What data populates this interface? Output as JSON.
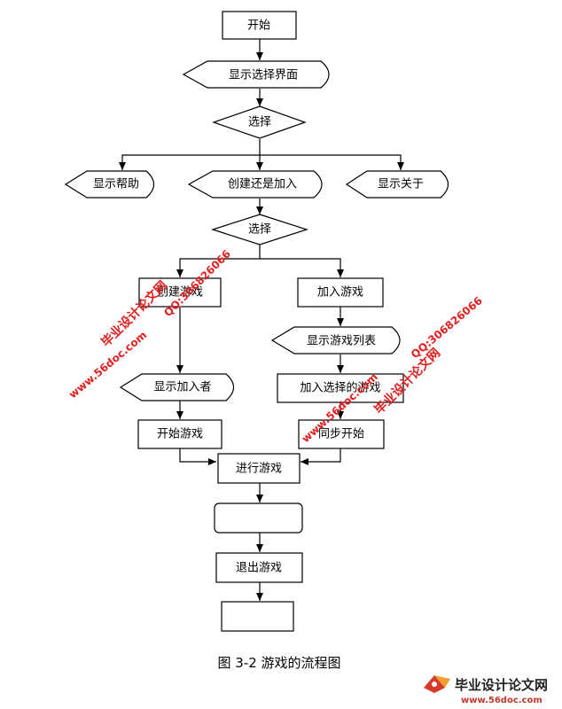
{
  "flowchart": {
    "nodes": {
      "start": "开始",
      "show_select_ui": "显示选择界面",
      "choice1": "选择",
      "show_help": "显示帮助",
      "create_or_join": "创建还是加入",
      "show_about": "显示关于",
      "choice2": "选择",
      "create_game": "创建游戏",
      "join_game": "加入游戏",
      "show_game_list": "显示游戏列表",
      "show_joiners": "显示加入者",
      "join_selected_game": "加入选择的游戏",
      "start_game": "开始游戏",
      "sync_start": "同步开始",
      "playing": "进行游戏",
      "blank_rounded": "",
      "exit_game": "退出游戏",
      "blank_end": ""
    }
  },
  "caption": "图 3-2  游戏的流程图",
  "watermarks": {
    "site_name": "毕业设计论文网",
    "qq": "QQ:306826066",
    "url": "www.56doc.com",
    "footer_name": "毕业设计论文网",
    "footer_url": "www.56doc.com"
  }
}
